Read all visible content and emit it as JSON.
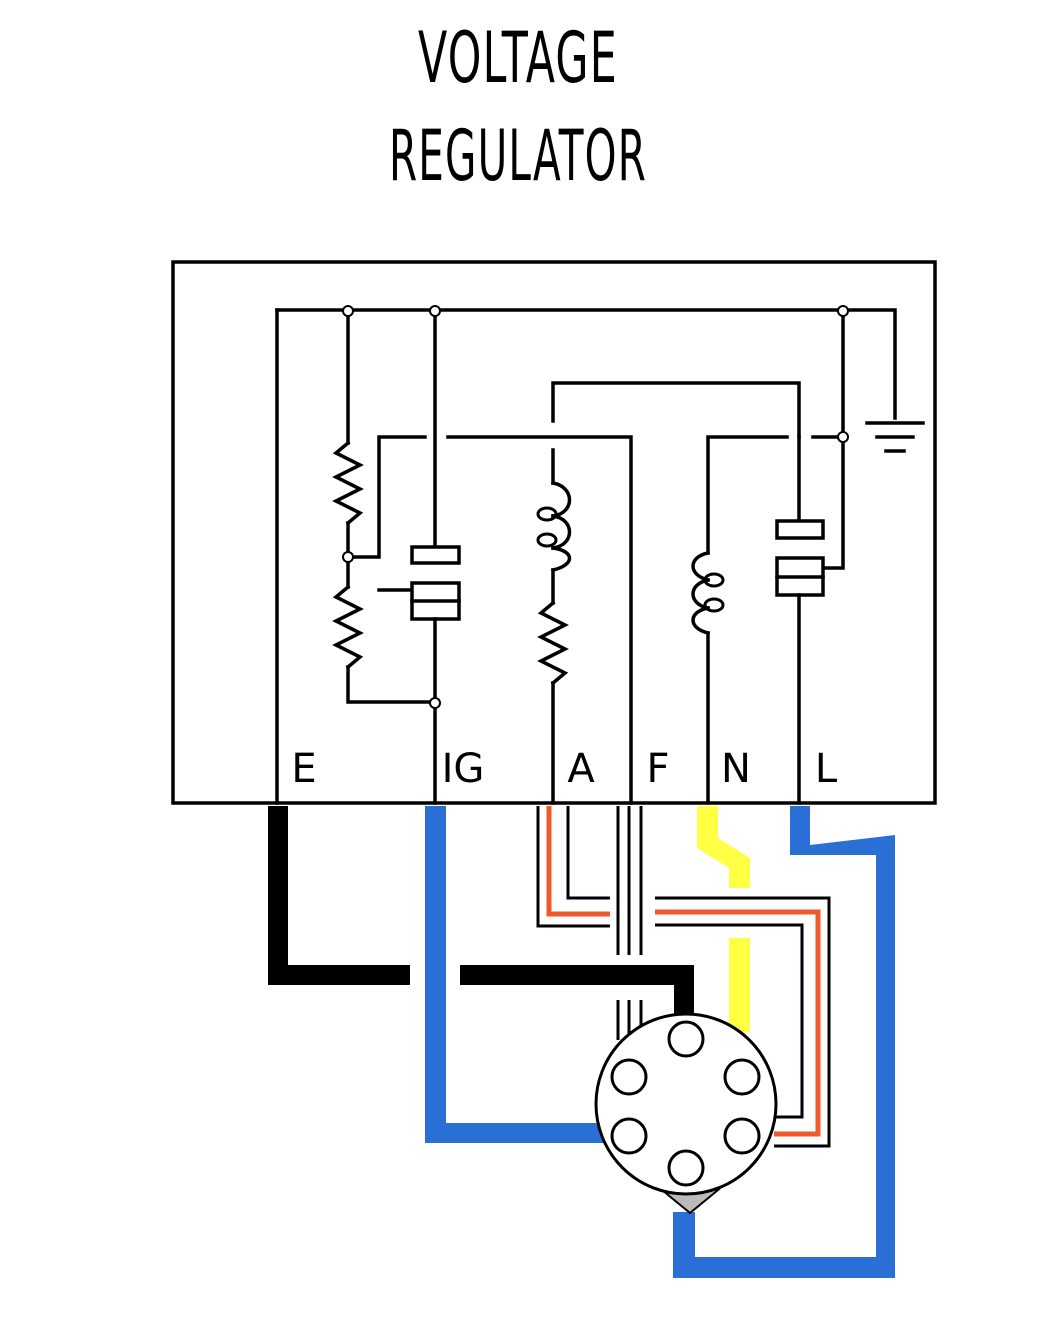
{
  "title": {
    "line1": "VOLTAGE",
    "line2": "REGULATOR"
  },
  "terminals": [
    {
      "id": "e",
      "label": "E"
    },
    {
      "id": "ig",
      "label": "IG"
    },
    {
      "id": "a",
      "label": "A"
    },
    {
      "id": "f",
      "label": "F"
    },
    {
      "id": "n",
      "label": "N"
    },
    {
      "id": "l",
      "label": "L"
    }
  ],
  "wire_colors": {
    "e": "#000000",
    "ig": "#2a6fd6",
    "a": "#f05a2a",
    "f": "#000000",
    "n": "#ffff44",
    "l": "#2a6fd6"
  },
  "icons": [
    "ground-icon",
    "resistor-icon",
    "coil-icon",
    "contact-points-icon",
    "alternator-connector-icon"
  ]
}
